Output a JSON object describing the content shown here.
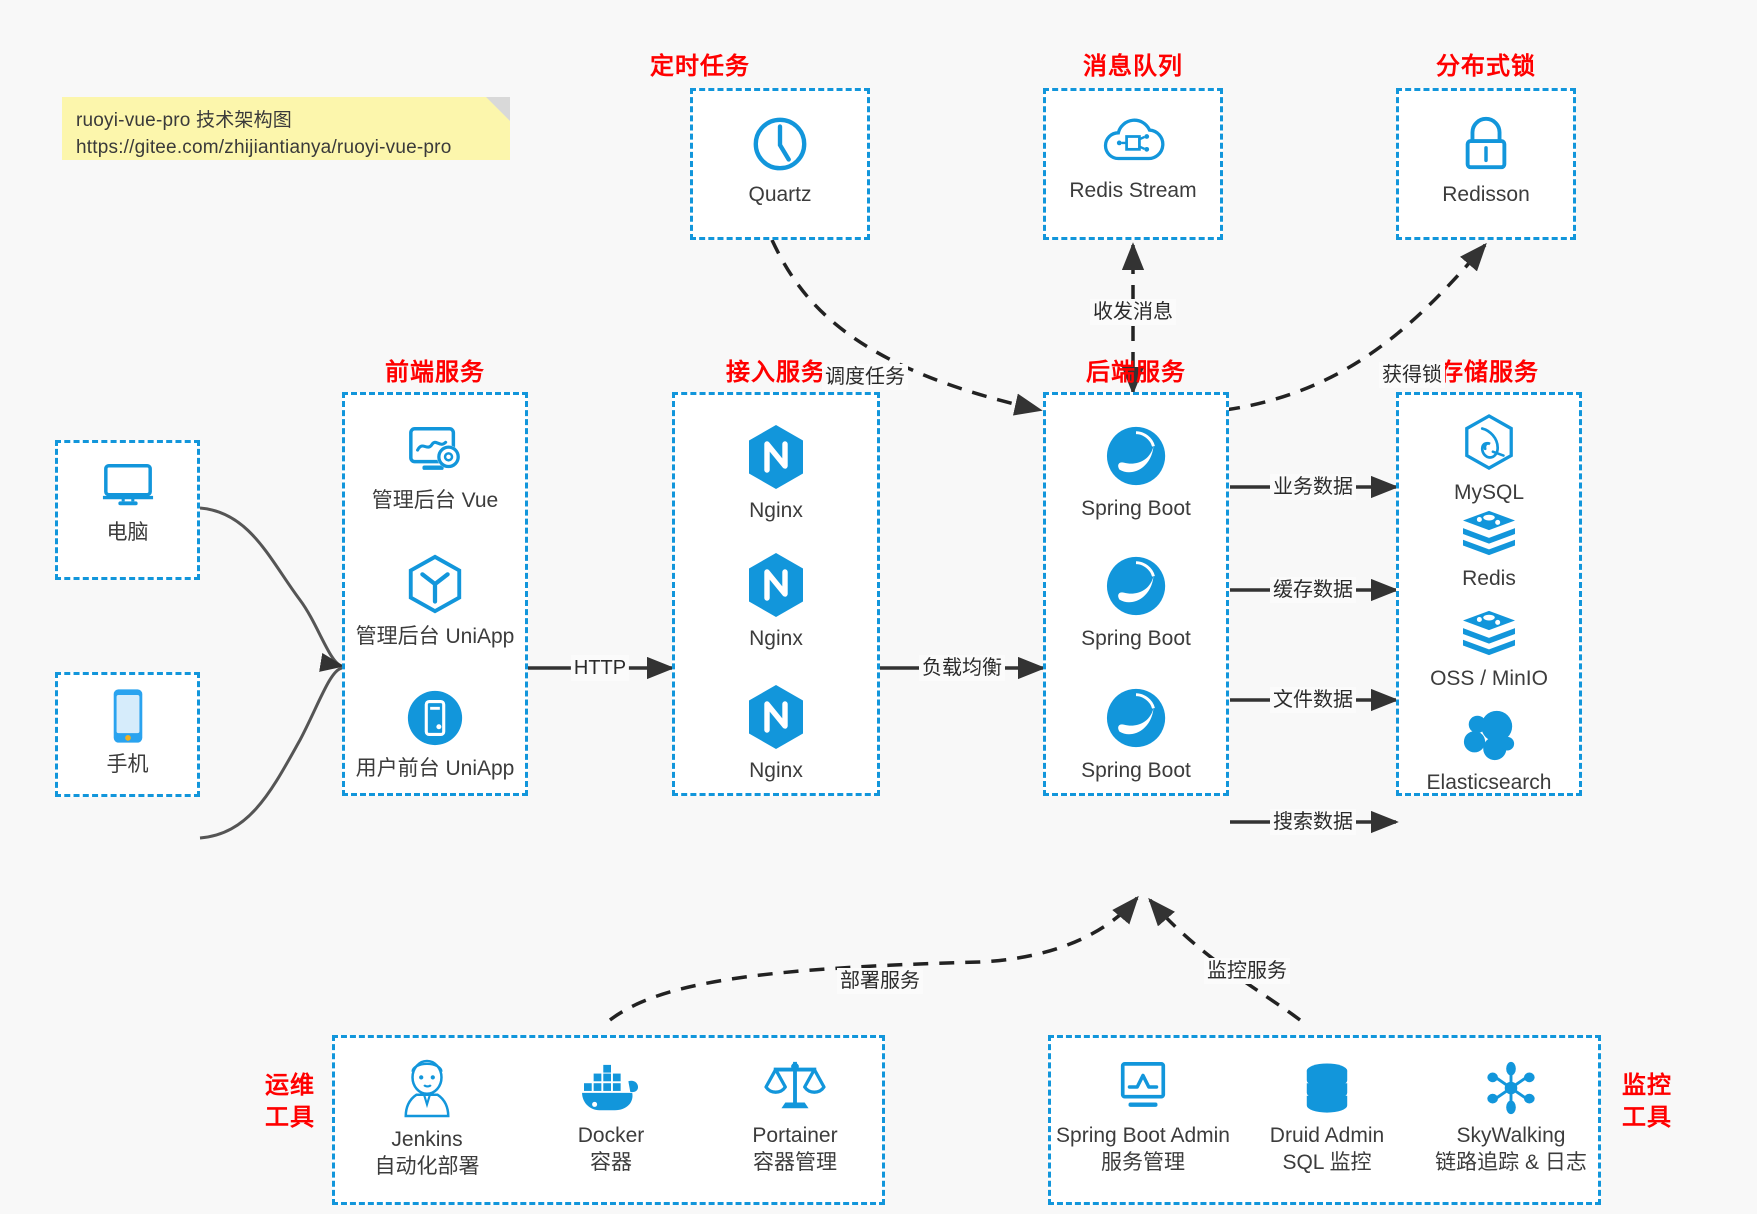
{
  "note": {
    "line1": "ruoyi-vue-pro 技术架构图",
    "line2": "https://gitee.com/zhijiantianya/ruoyi-vue-pro"
  },
  "colors": {
    "accent": "#1296db",
    "title": "#ff0000",
    "edge": "#333333",
    "note_bg": "#fcf6ac",
    "canvas": "#f8f8f8"
  },
  "groups": {
    "scheduler": {
      "title": "定时任务",
      "nodes": [
        {
          "label": "Quartz",
          "icon": "clock-icon"
        }
      ]
    },
    "mq": {
      "title": "消息队列",
      "nodes": [
        {
          "label": "Redis Stream",
          "icon": "cloud-stream-icon"
        }
      ]
    },
    "lock": {
      "title": "分布式锁",
      "nodes": [
        {
          "label": "Redisson",
          "icon": "padlock-icon"
        }
      ]
    },
    "client_pc": {
      "nodes": [
        {
          "label": "电脑",
          "icon": "desktop-computer-icon"
        }
      ]
    },
    "client_mobile": {
      "nodes": [
        {
          "label": "手机",
          "icon": "mobile-phone-icon"
        }
      ]
    },
    "frontend": {
      "title": "前端服务",
      "nodes": [
        {
          "label": "管理后台 Vue",
          "icon": "dashboard-gear-icon"
        },
        {
          "label": "管理后台 UniApp",
          "icon": "hexagon-cube-icon"
        },
        {
          "label": "用户前台 UniApp",
          "icon": "app-circle-icon"
        }
      ]
    },
    "gateway": {
      "title": "接入服务",
      "nodes": [
        {
          "label": "Nginx",
          "icon": "nginx-icon"
        },
        {
          "label": "Nginx",
          "icon": "nginx-icon"
        },
        {
          "label": "Nginx",
          "icon": "nginx-icon"
        }
      ]
    },
    "backend": {
      "title": "后端服务",
      "nodes": [
        {
          "label": "Spring Boot",
          "icon": "spring-boot-icon"
        },
        {
          "label": "Spring Boot",
          "icon": "spring-boot-icon"
        },
        {
          "label": "Spring Boot",
          "icon": "spring-boot-icon"
        }
      ]
    },
    "storage": {
      "title": "存储服务",
      "nodes": [
        {
          "label": "MySQL",
          "icon": "mysql-icon"
        },
        {
          "label": "Redis",
          "icon": "redis-icon"
        },
        {
          "label": "OSS / MinIO",
          "icon": "oss-minio-icon"
        },
        {
          "label": "Elasticsearch",
          "icon": "elasticsearch-icon"
        }
      ]
    },
    "devops": {
      "title_line1": "运维",
      "title_line2": "工具",
      "nodes": [
        {
          "label": "Jenkins",
          "sublabel": "自动化部署",
          "icon": "jenkins-icon"
        },
        {
          "label": "Docker",
          "sublabel": "容器",
          "icon": "docker-icon"
        },
        {
          "label": "Portainer",
          "sublabel": "容器管理",
          "icon": "portainer-scales-icon"
        }
      ]
    },
    "monitoring": {
      "title_line1": "监控",
      "title_line2": "工具",
      "nodes": [
        {
          "label": "Spring Boot Admin",
          "sublabel": "服务管理",
          "icon": "monitor-chart-icon"
        },
        {
          "label": "Druid Admin",
          "sublabel": "SQL 监控",
          "icon": "database-stack-icon"
        },
        {
          "label": "SkyWalking",
          "sublabel": "链路追踪 & 日志",
          "icon": "skywalking-icon"
        }
      ]
    }
  },
  "edges": [
    {
      "id": "http",
      "label": "HTTP",
      "style": "solid",
      "from": "frontend",
      "to": "gateway"
    },
    {
      "id": "lb",
      "label": "负载均衡",
      "style": "solid",
      "from": "gateway",
      "to": "backend"
    },
    {
      "id": "schedule",
      "label": "调度任务",
      "style": "dashed",
      "from": "scheduler",
      "to": "backend"
    },
    {
      "id": "message",
      "label": "收发消息",
      "style": "dashed",
      "from": "mq",
      "to": "backend"
    },
    {
      "id": "getlock",
      "label": "获得锁",
      "style": "dashed",
      "from": "backend",
      "to": "lock"
    },
    {
      "id": "biz-data",
      "label": "业务数据",
      "style": "solid",
      "from": "backend",
      "to": "mysql"
    },
    {
      "id": "cache-data",
      "label": "缓存数据",
      "style": "solid",
      "from": "backend",
      "to": "redis"
    },
    {
      "id": "file-data",
      "label": "文件数据",
      "style": "solid",
      "from": "backend",
      "to": "oss"
    },
    {
      "id": "search-data",
      "label": "搜索数据",
      "style": "solid",
      "from": "backend",
      "to": "es"
    },
    {
      "id": "deploy",
      "label": "部署服务",
      "style": "dashed",
      "from": "devops",
      "to": "backend"
    },
    {
      "id": "monitor",
      "label": "监控服务",
      "style": "dashed",
      "from": "monitoring",
      "to": "backend"
    }
  ]
}
